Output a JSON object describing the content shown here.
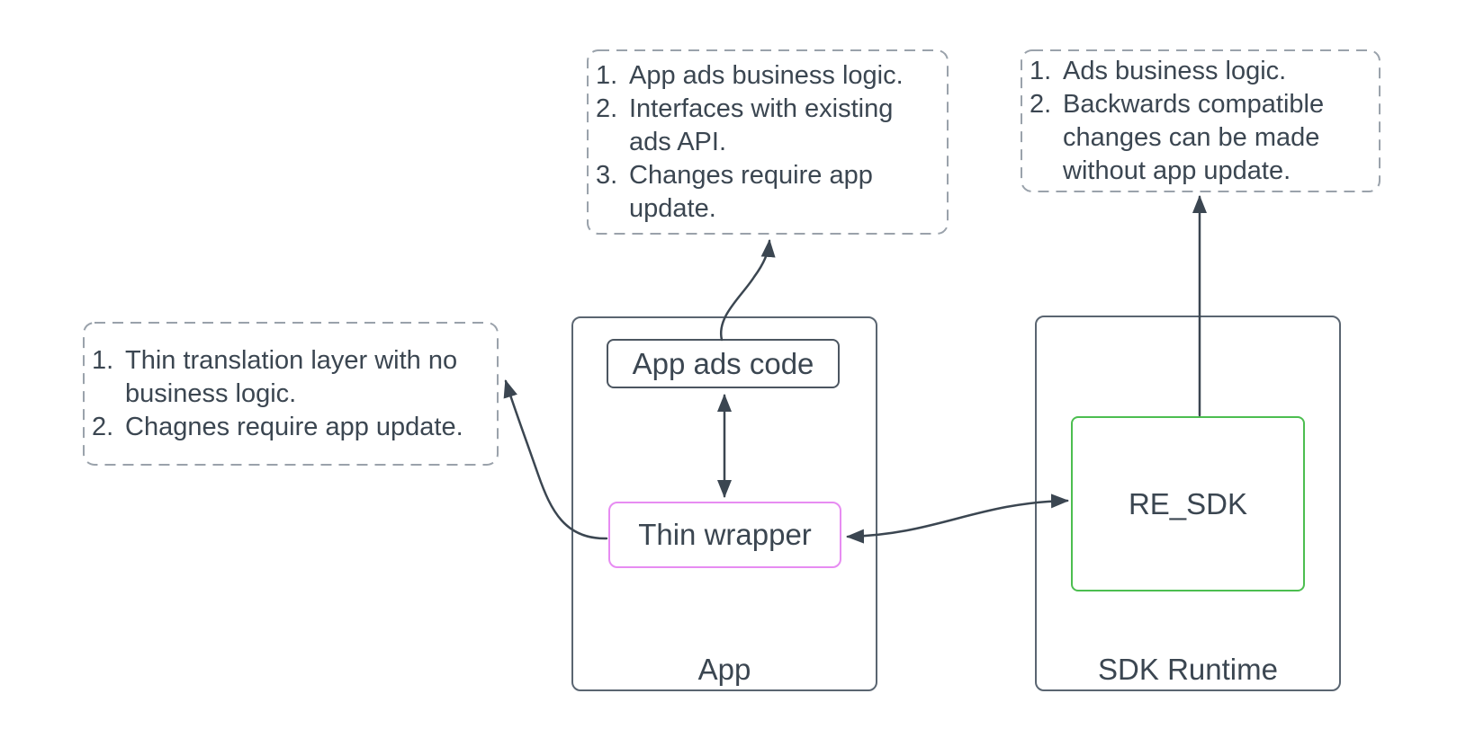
{
  "colors": {
    "background": "#ffffff",
    "ink": "#3b4651",
    "frame_border": "#5a6571",
    "node_border": "#4c5661",
    "dashed_border": "#9aa2ab",
    "thin_wrapper_border": "#e78cf2",
    "re_sdk_border": "#4cbe50"
  },
  "notes": {
    "app_ads_code_note": {
      "lines": [
        {
          "n": "1.",
          "t": "App ads business logic."
        },
        {
          "n": "2.",
          "t": "Interfaces with existing"
        },
        {
          "n": "",
          "t": "ads API."
        },
        {
          "n": "3.",
          "t": "Changes require app"
        },
        {
          "n": "",
          "t": "update."
        }
      ]
    },
    "re_sdk_note": {
      "lines": [
        {
          "n": "1.",
          "t": "Ads business logic."
        },
        {
          "n": "2.",
          "t": "Backwards compatible"
        },
        {
          "n": "",
          "t": "changes can be made"
        },
        {
          "n": "",
          "t": "without app update."
        }
      ]
    },
    "thin_wrapper_note": {
      "lines": [
        {
          "n": "1.",
          "t": "Thin translation layer with no"
        },
        {
          "n": "",
          "t": "business logic."
        },
        {
          "n": "2.",
          "t": "Chagnes require app update."
        }
      ]
    }
  },
  "nodes": {
    "app_container_label": "App",
    "sdk_container_label": "SDK Runtime",
    "app_ads_code_label": "App ads code",
    "thin_wrapper_label": "Thin wrapper",
    "re_sdk_label": "RE_SDK"
  }
}
